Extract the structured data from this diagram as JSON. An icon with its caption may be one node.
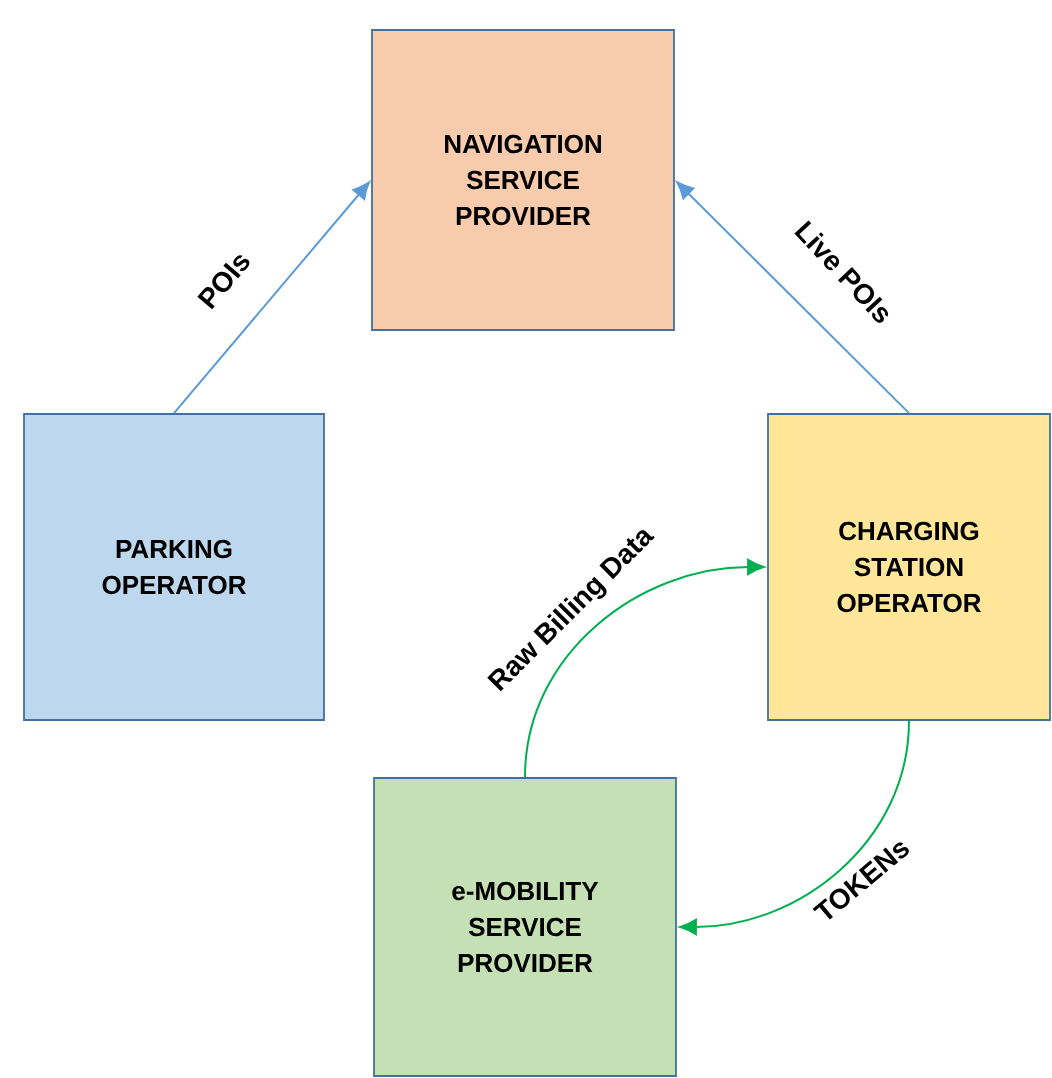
{
  "diagram": {
    "nodes": [
      {
        "text": [
          "NAVIGATION SERVICE PROVIDER"
        ]
      },
      {
        "text": [
          "PARKING OPERATOR"
        ]
      },
      {
        "text": [
          "CHARGING STATION OPERATOR"
        ]
      },
      {
        "text": [
          "e-MOBILITY SERVICE PROVIDER"
        ]
      }
    ],
    "edges": [
      {
        "from": 1,
        "to": 0,
        "arrow": "to",
        "label": "POIs"
      },
      {
        "from": 2,
        "to": 0,
        "arrow": "to",
        "label": "Live POIs"
      },
      {
        "from": 3,
        "to": 2,
        "arrow": "to",
        "label": "Raw Billing Data",
        "color": "#00b050"
      },
      {
        "from": 2,
        "to": 3,
        "arrow": "to",
        "label": "TOKENs",
        "color": "#00b050"
      }
    ]
  }
}
